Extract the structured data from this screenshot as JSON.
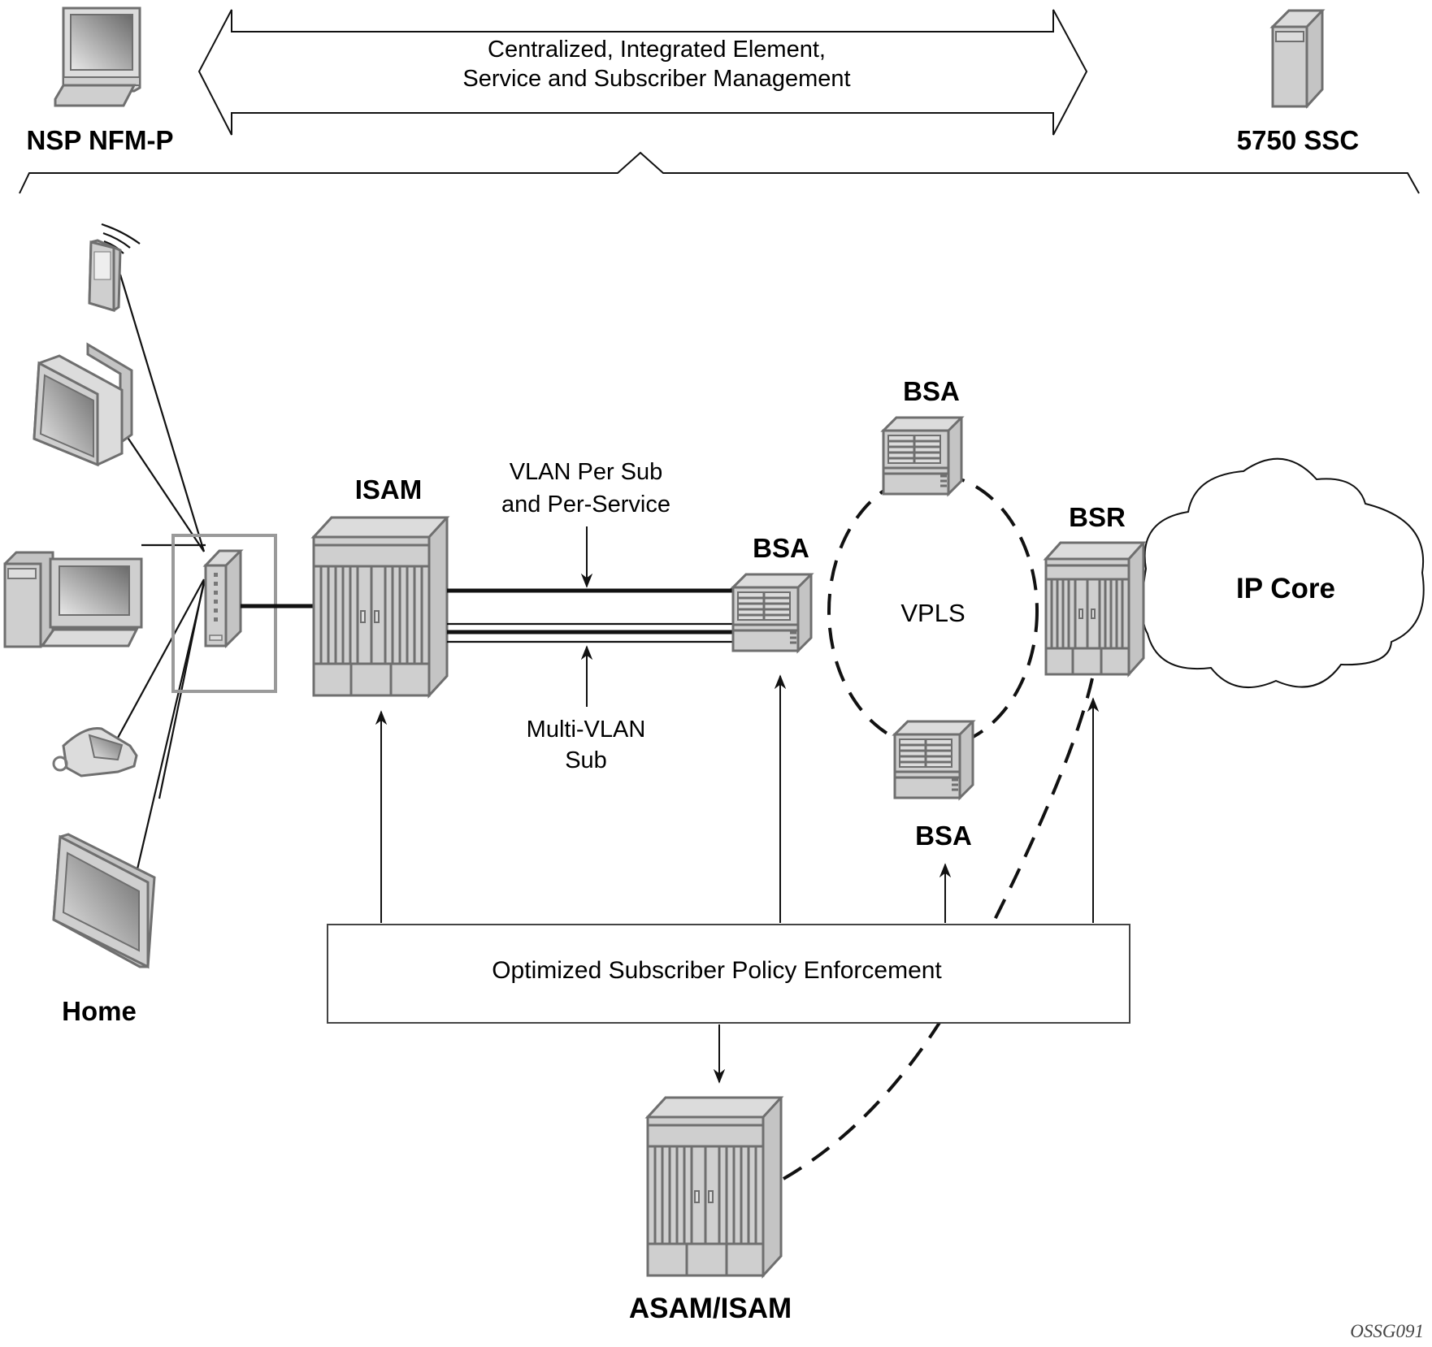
{
  "top": {
    "left_node": {
      "label": "NSP NFM-P",
      "icon": "laptop-icon"
    },
    "right_node": {
      "label": "5750 SSC",
      "icon": "server-tower-icon"
    },
    "double_arrow_text": [
      "Centralized, Integrated Element,",
      "Service and Subscriber Management"
    ]
  },
  "home": {
    "label": "Home",
    "devices": [
      {
        "name": "pda",
        "icon": "wireless-pda-icon"
      },
      {
        "name": "crt-tv",
        "icon": "crt-monitor-icon"
      },
      {
        "name": "desktop-pc",
        "icon": "desktop-computer-icon"
      },
      {
        "name": "ip-phone",
        "icon": "ip-phone-icon"
      },
      {
        "name": "flat-tv",
        "icon": "flat-screen-tv-icon"
      }
    ],
    "gateway": {
      "icon": "home-gateway-icon"
    }
  },
  "network": {
    "isam": {
      "label": "ISAM",
      "icon": "isam-chassis-icon"
    },
    "bsa_left": {
      "label": "BSA",
      "icon": "bsa-router-icon"
    },
    "bsa_top": {
      "label": "BSA",
      "icon": "bsa-router-icon"
    },
    "bsa_bottom": {
      "label": "BSA",
      "icon": "bsa-router-icon"
    },
    "bsr": {
      "label": "BSR",
      "icon": "bsr-chassis-icon"
    },
    "vpls": {
      "label": "VPLS"
    },
    "ip_core": {
      "label": "IP Core",
      "icon": "cloud-icon"
    },
    "asam_isam": {
      "label": "ASAM/ISAM",
      "icon": "isam-chassis-icon"
    }
  },
  "annotations": {
    "vlan_per_sub": [
      "VLAN Per Sub",
      "and Per-Service"
    ],
    "multi_vlan": [
      "Multi-VLAN",
      "Sub"
    ]
  },
  "policy_box": {
    "label": "Optimized Subscriber Policy Enforcement"
  },
  "figure_id": "OSSG091"
}
